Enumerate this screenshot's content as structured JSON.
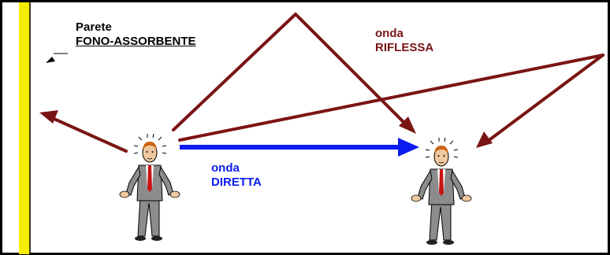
{
  "labels": {
    "wall_line1": "Parete",
    "wall_line2": "FONO-ASSORBENTE",
    "reflected_line1": "onda",
    "reflected_line2": "RIFLESSA",
    "direct_line1": "onda",
    "direct_line2": "DIRETTA"
  },
  "colors": {
    "frame": "#000000",
    "wall": "#f6ee00",
    "reflected_wave": "#7a1414",
    "direct_wave": "#0a1cf0",
    "label_dark": "#000000",
    "suit": "#8c8c8c",
    "tie": "#c81414",
    "skin": "#f0c8a0",
    "hair": "#c86414"
  },
  "icons": {
    "speaker": "man-in-suit-icon",
    "listener": "man-in-suit-icon",
    "wall_pointer": "triangle-pointer-icon"
  }
}
